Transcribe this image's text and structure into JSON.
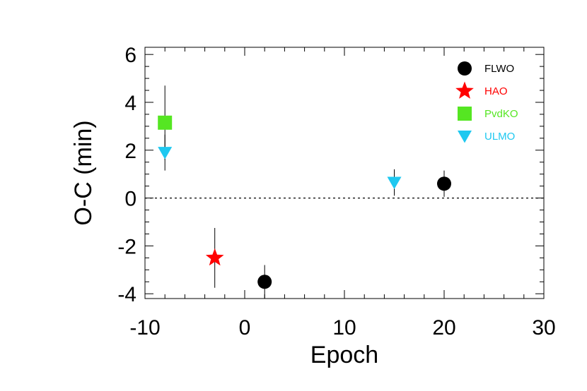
{
  "chart_data": {
    "type": "scatter",
    "title": "",
    "xlabel": "Epoch",
    "ylabel": "O-C (min)",
    "xlim": [
      -10,
      30
    ],
    "ylim": [
      -4.2,
      6.3
    ],
    "x_ticks": [
      -10,
      0,
      10,
      20,
      30
    ],
    "y_ticks": [
      -4,
      -2,
      0,
      2,
      4,
      6
    ],
    "x_tick_labels": [
      "-10",
      "0",
      "10",
      "20",
      "30"
    ],
    "y_tick_labels": [
      "-4",
      "-2",
      "0",
      "2",
      "4",
      "6"
    ],
    "zero_line": 0,
    "grid": false,
    "legend_position": "top-right",
    "series": [
      {
        "name": "FLWO",
        "marker": "circle",
        "color": "#000000",
        "points": [
          {
            "x": 2,
            "y": -3.5,
            "err": 0.7
          },
          {
            "x": 20,
            "y": 0.6,
            "err": 0.55
          }
        ]
      },
      {
        "name": "HAO",
        "marker": "star",
        "color": "#ff0000",
        "points": [
          {
            "x": -3,
            "y": -2.5,
            "err": 1.25
          }
        ]
      },
      {
        "name": "PvdKO",
        "marker": "square",
        "color": "#55e622",
        "points": [
          {
            "x": -8,
            "y": 3.15,
            "err": 1.55
          }
        ]
      },
      {
        "name": "ULMO",
        "marker": "triangle-down",
        "color": "#1ec8f0",
        "points": [
          {
            "x": -8,
            "y": 1.9,
            "err": 0.75
          },
          {
            "x": 15,
            "y": 0.65,
            "err": 0.55
          }
        ]
      }
    ]
  }
}
